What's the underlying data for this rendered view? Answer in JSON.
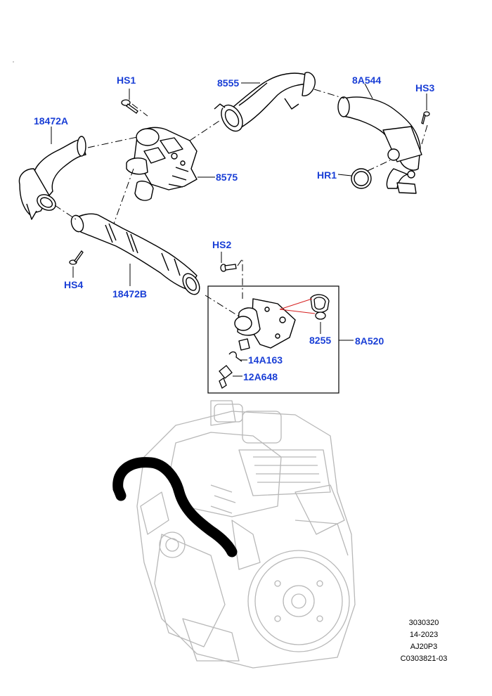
{
  "colors": {
    "callout": "#1a3fd6",
    "line": "#000000",
    "ghost_engine": "#b8b8b8",
    "highlight_hose": "#000000",
    "leader_red": "#d62020"
  },
  "callouts": {
    "hs1": "HS1",
    "p8555": "8555",
    "p8a544": "8A544",
    "hs3": "HS3",
    "p18472a": "18472A",
    "p8575": "8575",
    "hr1": "HR1",
    "hs2": "HS2",
    "hs4": "HS4",
    "p18472b": "18472B",
    "p8255": "8255",
    "p8a520": "8A520",
    "p14a163": "14A163",
    "p12a648": "12A648"
  },
  "reference": {
    "line1": "3030320",
    "line2": "14-2023",
    "line3": "AJ20P3",
    "line4": "C0303821-03"
  }
}
